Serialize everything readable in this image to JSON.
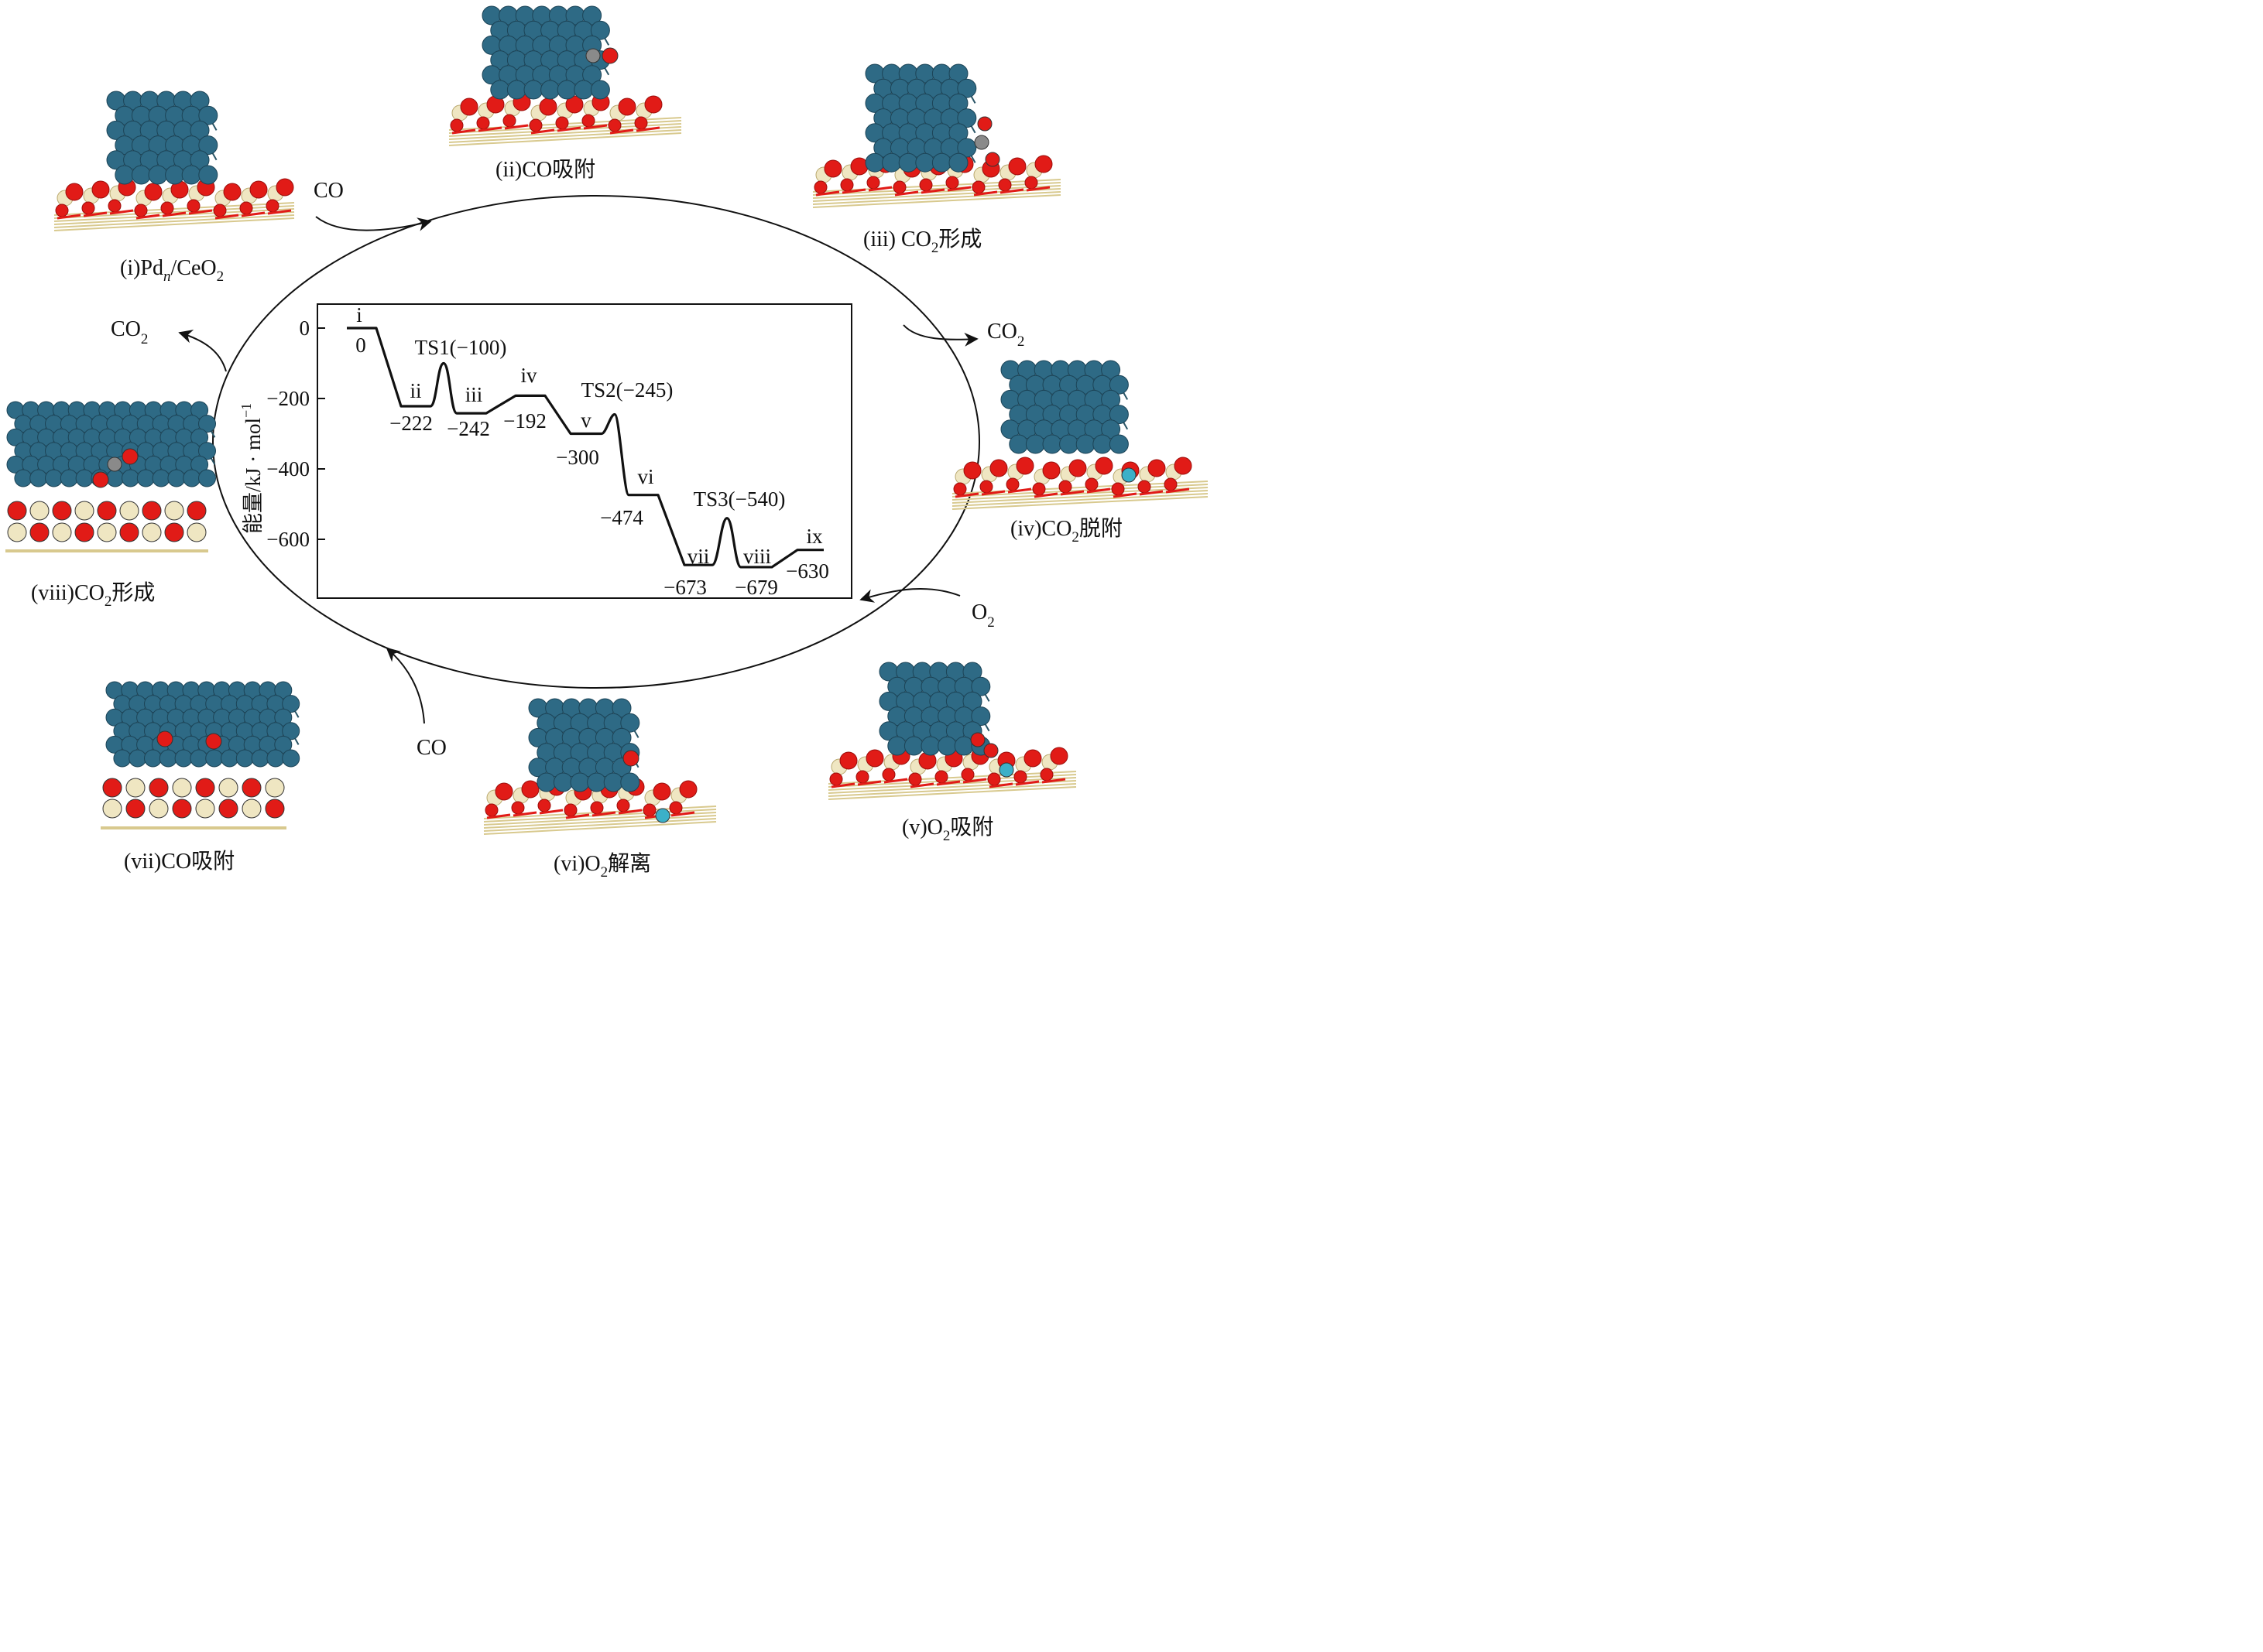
{
  "captions": {
    "i": {
      "main": "(i)Pd",
      "italic": "n",
      "rest": "/CeO",
      "sub": "2"
    },
    "ii": {
      "main": "(ii)CO吸附"
    },
    "iii": {
      "main": "(iii) CO",
      "sub": "2",
      "rest": "形成"
    },
    "iv": {
      "main": "(iv)CO",
      "sub": "2",
      "rest": "脱附"
    },
    "v": {
      "main": "(v)O",
      "sub": "2",
      "rest": "吸附"
    },
    "vi": {
      "main": "(vi)O",
      "sub": "2",
      "rest": "解离"
    },
    "vii": {
      "main": "(vii)CO吸附"
    },
    "viii": {
      "main": "(viii)CO",
      "sub": "2",
      "rest": "形成"
    }
  },
  "cycle_arrows": {
    "co_in_1": {
      "text": "CO"
    },
    "co2_out_1": {
      "text": "CO",
      "sub": "2"
    },
    "o2_in": {
      "text": "O",
      "sub": "2"
    },
    "co_in_2": {
      "text": "CO"
    },
    "co2_out_2": {
      "text": "CO",
      "sub": "2"
    }
  },
  "colors": {
    "pd_atom": "#2e6a85",
    "oxygen_atom": "#e11b17",
    "ce_atom": "#efe6c2",
    "carbon_atom": "#8a8a8a",
    "vacancy_atom": "#3bb0c8",
    "line": "#111111"
  },
  "chart_data": {
    "type": "line",
    "subtype": "energy-profile",
    "ylabel": "能量/kJ · mol",
    "ylabel_sup": "−1",
    "ylim": [
      -760,
      50
    ],
    "yticks": [
      0,
      -200,
      -400,
      -600
    ],
    "ytick_labels": [
      "0",
      "−200",
      "−400",
      "−600"
    ],
    "states": [
      {
        "name": "i",
        "energy": 0,
        "value_label": "0"
      },
      {
        "name": "ii",
        "energy": -222,
        "value_label": "−222"
      },
      {
        "name": "TS1",
        "energy": -100,
        "value_label": "TS1(−100)",
        "transition": true
      },
      {
        "name": "iii",
        "energy": -242,
        "value_label": "−242"
      },
      {
        "name": "iv",
        "energy": -192,
        "value_label": "−192"
      },
      {
        "name": "v",
        "energy": -300,
        "value_label": "−300"
      },
      {
        "name": "TS2",
        "energy": -245,
        "value_label": "TS2(−245)",
        "transition": true
      },
      {
        "name": "vi",
        "energy": -474,
        "value_label": "−474"
      },
      {
        "name": "vii",
        "energy": -673,
        "value_label": "−673"
      },
      {
        "name": "TS3",
        "energy": -540,
        "value_label": "TS3(−540)",
        "transition": true
      },
      {
        "name": "viii",
        "energy": -679,
        "value_label": "−679"
      },
      {
        "name": "ix",
        "energy": -630,
        "value_label": "−630"
      }
    ]
  }
}
